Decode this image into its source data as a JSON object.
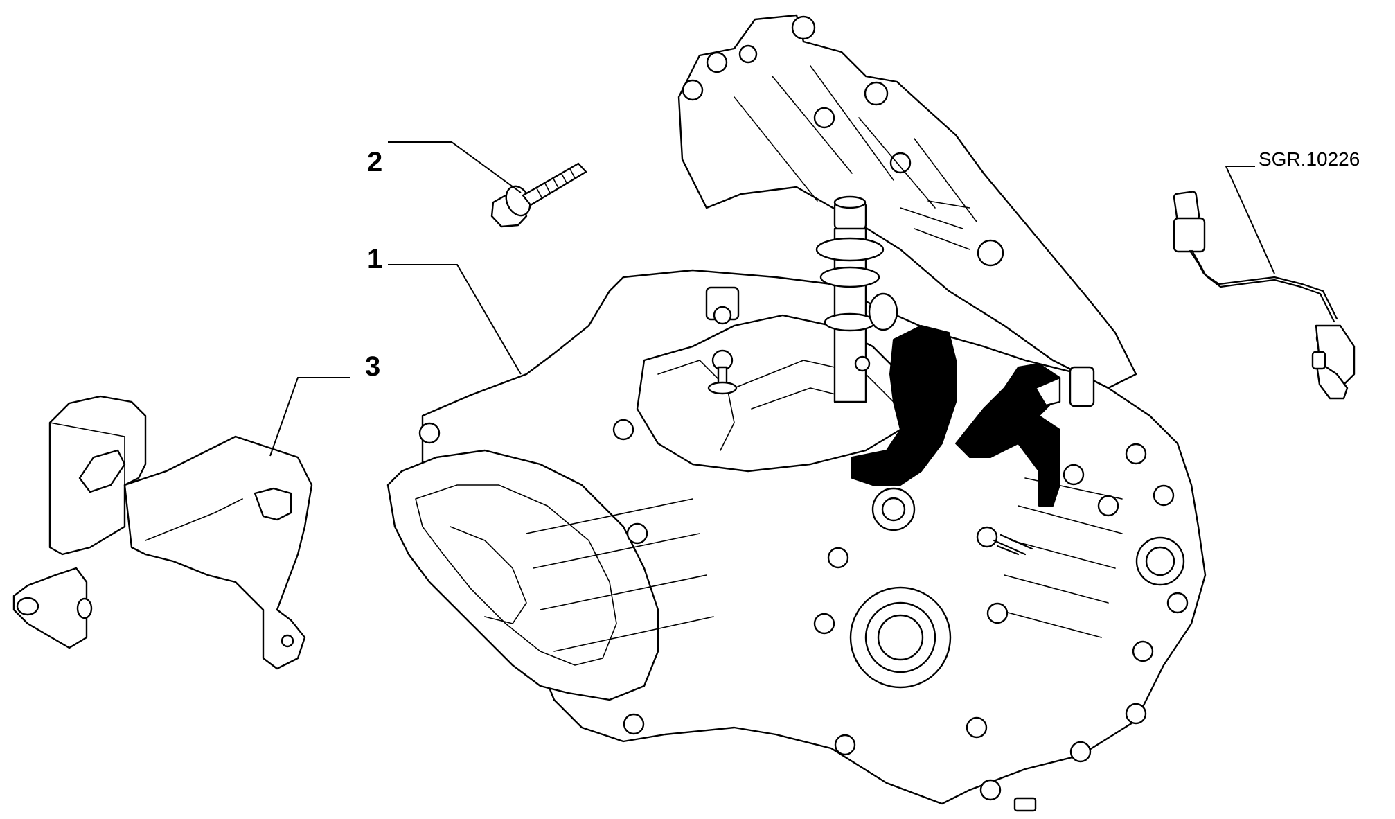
{
  "diagram": {
    "reference_code": "SGR.10226",
    "callouts": [
      {
        "id": "1",
        "label": "1",
        "part": "gearbox-assembly"
      },
      {
        "id": "2",
        "label": "2",
        "part": "bolt"
      },
      {
        "id": "3",
        "label": "3",
        "part": "bracket"
      }
    ],
    "colors": {
      "line": "#000000",
      "background": "#ffffff"
    }
  }
}
